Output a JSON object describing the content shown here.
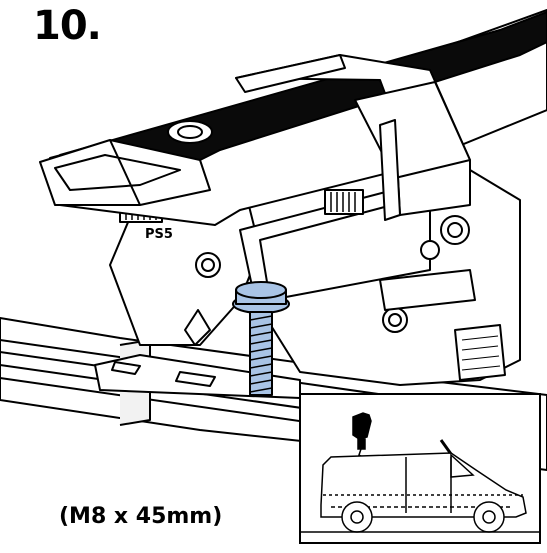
{
  "step": {
    "number": "10."
  },
  "bolt": {
    "spec": "(M8 x 45mm)",
    "highlight_color": "#a9c4e6"
  },
  "rail": {
    "part_code": "PS5"
  },
  "inset": {
    "hand_icon": "pointing-hand-icon",
    "vehicle": "van-side-view"
  },
  "colors": {
    "line": "#000000",
    "bar": "#0a0a0a",
    "background": "#ffffff"
  }
}
